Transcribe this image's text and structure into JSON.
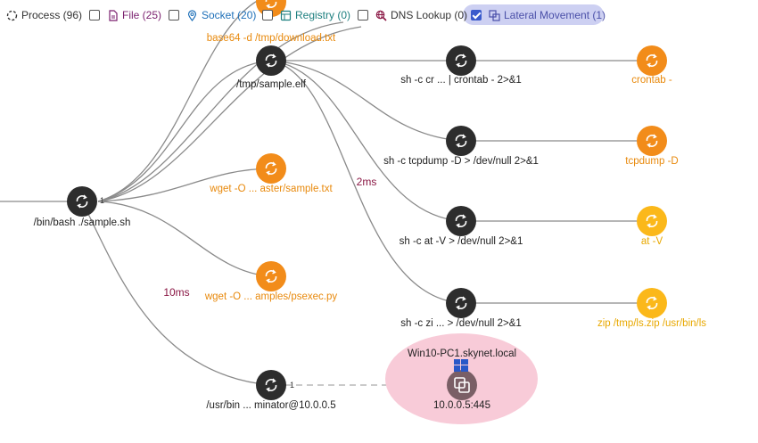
{
  "filters": [
    {
      "id": "process",
      "label": "Process (96)",
      "checked": false,
      "hasBox": false,
      "icon": "spinner-icon",
      "color": "#333333"
    },
    {
      "id": "file",
      "label": "File (25)",
      "checked": false,
      "hasBox": true,
      "icon": "file-icon",
      "color": "#7a1f6e"
    },
    {
      "id": "socket",
      "label": "Socket (20)",
      "checked": false,
      "hasBox": true,
      "icon": "location-pin-icon",
      "color": "#1d6fb8"
    },
    {
      "id": "registry",
      "label": "Registry (0)",
      "checked": false,
      "hasBox": true,
      "icon": "registry-icon",
      "color": "#1d7f7f"
    },
    {
      "id": "dns",
      "label": "DNS Lookup (0)",
      "checked": false,
      "hasBox": true,
      "icon": "globe-search-icon",
      "color": "#8a1744"
    },
    {
      "id": "lateral",
      "label": "Lateral Movement (1)",
      "checked": true,
      "hasBox": true,
      "icon": "lateral-movement-icon",
      "color": "#4a4fa8"
    }
  ],
  "nodes": {
    "bash": {
      "label": "/bin/bash ./sample.sh",
      "kind": "process",
      "color": "dark"
    },
    "elf": {
      "label": "/tmp/sample.elf",
      "kind": "process",
      "color": "dark"
    },
    "base64": {
      "label": "base64 -d /tmp/download.txt",
      "kind": "process",
      "color": "orange"
    },
    "wget1": {
      "label": "wget -O ... aster/sample.txt",
      "kind": "process",
      "color": "orange"
    },
    "wget2": {
      "label": "wget -O ... amples/psexec.py",
      "kind": "process",
      "color": "orange"
    },
    "usrbin": {
      "label": "/usr/bin ... minator@10.0.0.5",
      "kind": "process",
      "color": "dark"
    },
    "crontab_sh": {
      "label": "sh -c cr ... | crontab - 2>&1",
      "kind": "process",
      "color": "dark"
    },
    "tcpdump_sh": {
      "label": "sh -c tcpdump -D > /dev/null 2>&1",
      "kind": "process",
      "color": "dark"
    },
    "at_sh": {
      "label": "sh -c at -V > /dev/null 2>&1",
      "kind": "process",
      "color": "dark"
    },
    "zip_sh": {
      "label": "sh -c zi ... > /dev/null 2>&1",
      "kind": "process",
      "color": "dark"
    },
    "crontab": {
      "label": "crontab -",
      "kind": "process",
      "color": "orange"
    },
    "tcpdump": {
      "label": "tcpdump -D",
      "kind": "process",
      "color": "orange"
    },
    "at": {
      "label": "at -V",
      "kind": "process",
      "color": "yellow"
    },
    "zip": {
      "label": "zip /tmp/ls.zip /usr/bin/ls",
      "kind": "process",
      "color": "yellow"
    },
    "host": {
      "label": "10.0.0.5:445",
      "hostname": "Win10-PC1.skynet.local",
      "kind": "lateral",
      "color": "lm"
    }
  },
  "timings": {
    "elf_children": "2ms",
    "bash_usrbin": "10ms"
  },
  "edge_counts": {
    "bash_out": "1",
    "usrbin_out": "1"
  },
  "colors": {
    "dark": "#2d2d2d",
    "orange": "#f28c1a",
    "yellow": "#fbb81a",
    "lateral_halo": "#f8cbd8",
    "pill": "#cdd0f2",
    "edge": "#8a8a8a"
  }
}
